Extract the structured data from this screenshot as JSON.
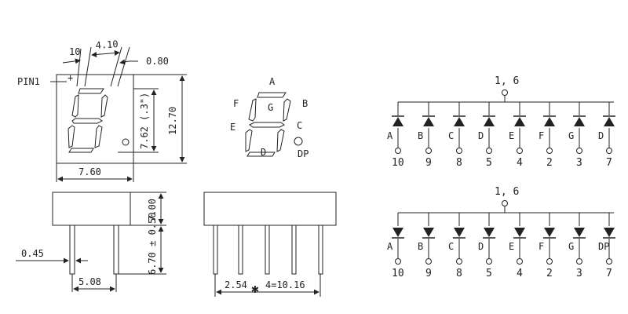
{
  "colors": {
    "ink": "#222222",
    "segment": "#ffffff",
    "paper": "#ffffff"
  },
  "front_view": {
    "pin1_label": "PIN1",
    "dim_10": "10",
    "dim_4_10": "4.10",
    "dim_0_80": "0.80",
    "dim_7_62": "7.62 (.3\")",
    "dim_12_70": "12.70",
    "dim_7_60": "7.60"
  },
  "segment_map": {
    "a": "A",
    "b": "B",
    "c": "C",
    "d": "D",
    "e": "E",
    "f": "F",
    "g": "G",
    "dp": "DP"
  },
  "side_view": {
    "dim_7_00": "7.00",
    "dim_6_70": "6.70 ± 0.50",
    "dim_0_45": "0.45",
    "dim_5_08": "5.08"
  },
  "bottom_view": {
    "pitch_label": "2.54",
    "star": "✱",
    "pitch_total": "4=10.16"
  },
  "schematics": [
    {
      "variant": "common-anode",
      "common_label": "1, 6",
      "segments": [
        "A",
        "B",
        "C",
        "D",
        "E",
        "F",
        "G",
        "D"
      ],
      "pins": [
        "10",
        "9",
        "8",
        "5",
        "4",
        "2",
        "3",
        "7"
      ]
    },
    {
      "variant": "common-cathode",
      "common_label": "1, 6",
      "segments": [
        "A",
        "B",
        "C",
        "D",
        "E",
        "F",
        "G",
        "DP"
      ],
      "pins": [
        "10",
        "9",
        "8",
        "5",
        "4",
        "2",
        "3",
        "7"
      ]
    }
  ]
}
